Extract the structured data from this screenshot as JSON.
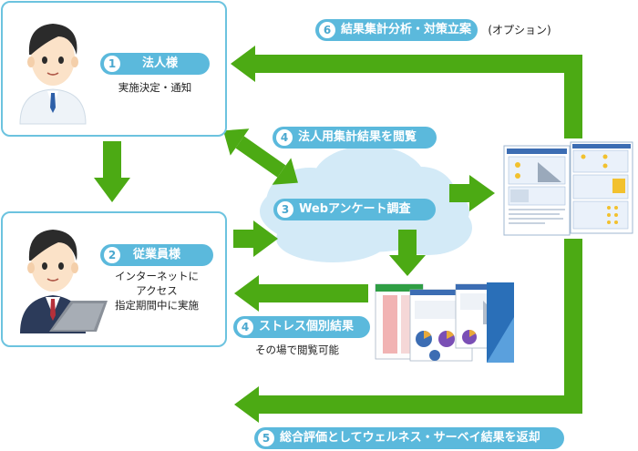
{
  "steps": {
    "s1": {
      "num": "1",
      "label": "法人様"
    },
    "s1_desc": "実施決定・通知",
    "s2": {
      "num": "2",
      "label": "従業員様"
    },
    "s2_desc": [
      "インターネットに",
      "アクセス",
      "指定期間中に実施"
    ],
    "s3": {
      "num": "3",
      "label": "Webアンケート調査"
    },
    "s4a": {
      "num": "4",
      "label": "法人用集計結果を閲覧"
    },
    "s4b": {
      "num": "4",
      "label": "ストレス個別結果"
    },
    "s4b_desc": "その場で閲覧可能",
    "s5": {
      "num": "5",
      "label": "総合評価としてウェルネス・サーベイ結果を返却"
    },
    "s6": {
      "num": "6",
      "label": "結果集計分析・対策立案"
    },
    "s6_note": "(オプション)"
  },
  "colors": {
    "arrow": "#4caa14",
    "pill": "#5bb9dc",
    "box_border": "#6cc3df",
    "cloud": "#d6ecf8"
  }
}
